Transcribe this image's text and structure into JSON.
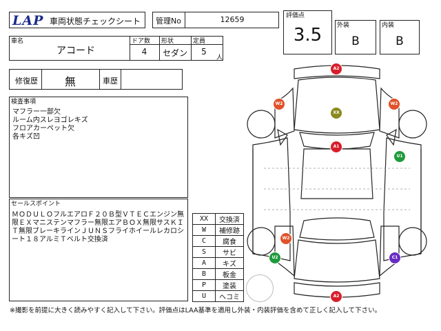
{
  "header": {
    "logo": "LAP",
    "title": "車両状態チェックシート",
    "mgmt_label": "管理No",
    "mgmt_value": "12659"
  },
  "grade": {
    "score_label": "評価点",
    "score": "3.5",
    "exterior_label": "外装",
    "exterior": "B",
    "interior_label": "内装",
    "interior": "B"
  },
  "vehicle": {
    "name_label": "車名",
    "name": "アコード",
    "doors_label": "ドア数",
    "doors": "4",
    "body_label": "形状",
    "body": "セダン",
    "capacity_label": "定員",
    "capacity": "5",
    "capacity_unit": "人"
  },
  "history": {
    "repair_label": "修復歴",
    "repair_value": "無",
    "vehicle_history_label": "車歴",
    "vehicle_history_value": ""
  },
  "inspection": {
    "label": "検査事項",
    "items": [
      "マフラー一部欠",
      "ルーム内スレヨゴレキズ",
      "フロアカーペット欠",
      "各キズ凹"
    ]
  },
  "sales_points": {
    "label": "セールスポイント",
    "text": "ＭＯＤＵＬＯフルエアロＦ２０Ｂ型ＶＴＥＣエンジン無限ＥＸマニステンマフラー無限エアＢＯＸ無限サスＫＩＴ無限ブレーキラインＪＵＮＳフライホイールレカロシート１８アルミＴベルト交換済"
  },
  "legend": [
    {
      "code": "XX",
      "meaning": "交換済"
    },
    {
      "code": "W",
      "meaning": "補修跡"
    },
    {
      "code": "C",
      "meaning": "腐食"
    },
    {
      "code": "S",
      "meaning": "サビ"
    },
    {
      "code": "A",
      "meaning": "キズ"
    },
    {
      "code": "B",
      "meaning": "板金"
    },
    {
      "code": "P",
      "meaning": "塗装"
    },
    {
      "code": "U",
      "meaning": "ヘコミ"
    }
  ],
  "damage_markers": [
    {
      "code": "A2",
      "color": "#d81e2a"
    },
    {
      "code": "W2",
      "color": "#e0522a"
    },
    {
      "code": "XX",
      "color": "#8a8a1e"
    },
    {
      "code": "W2",
      "color": "#e0522a"
    },
    {
      "code": "A1",
      "color": "#d81e2a"
    },
    {
      "code": "U1",
      "color": "#1f9a3a"
    },
    {
      "code": "W2",
      "color": "#e0522a"
    },
    {
      "code": "U2",
      "color": "#1f9a3a"
    },
    {
      "code": "C1",
      "color": "#6a2bc4"
    },
    {
      "code": "A2",
      "color": "#d81e2a"
    }
  ],
  "footer": "※撮影を前提に大きく読みやすく記入して下さい。評価点はLAA基準を適用し外装・内装評価を含めて正しく記入して下さい。"
}
